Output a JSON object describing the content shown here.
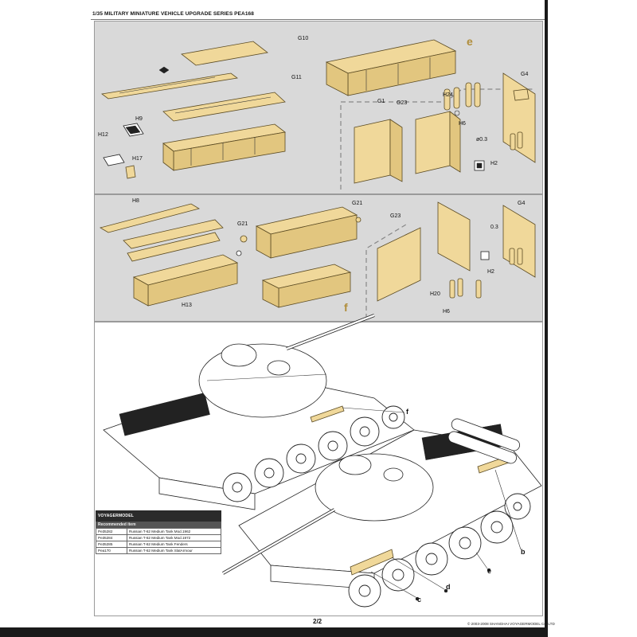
{
  "header": {
    "title": "1/35 MILITARY MINIATURE VEHICLE  UPGRADE SERIES PEA168"
  },
  "panel_top": {
    "labels": {
      "g10": "G10",
      "g11": "G11",
      "h12": "H12",
      "h9": "H9",
      "h17": "H17",
      "g1": "G1",
      "g23": "G23",
      "h24": "H24",
      "h6": "H6",
      "g4": "G4",
      "size": "ø0.3",
      "h2": "H2"
    },
    "section_letter": "e"
  },
  "panel_mid": {
    "labels": {
      "h8": "H8",
      "h13": "H13",
      "g21a": "G21",
      "g21b": "G21",
      "g23": "G23",
      "g4": "G4",
      "size": "0.3",
      "h2": "H2",
      "h20": "H20",
      "h6": "H6"
    },
    "section_letter": "f"
  },
  "panel_bottom": {
    "callouts": [
      "f",
      "b",
      "e",
      "d",
      "c"
    ],
    "recommended": {
      "brand": "VOYAGERMODEL",
      "title": "Recommended item",
      "items": [
        {
          "code": "Pe35282",
          "name": "Russian T-62 Medium Tank Mod.1962"
        },
        {
          "code": "Pe35284",
          "name": "Russian T-62 Medium Tank Mod.1972"
        },
        {
          "code": "Pe35285",
          "name": "Russian T-62 Medium Tank Fenders"
        },
        {
          "code": "Pea170",
          "name": "Russian T-62 Medium Tank SlatArmour"
        }
      ]
    }
  },
  "footer": {
    "page": "2/2",
    "copyright": "© 2003-2008 SHANGHAI VOYAGERMODEL Co.,LTD"
  },
  "colors": {
    "brass": "#f0d89a",
    "brass_edge": "#5a4a22",
    "panel_grey": "#d9d9d9",
    "accent_letter": "#b08d3a"
  }
}
